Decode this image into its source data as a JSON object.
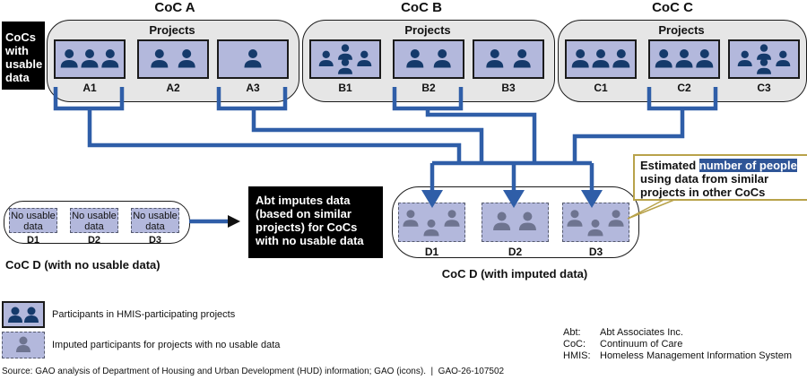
{
  "side_label": "CoCs with usable data",
  "cocs": [
    {
      "title": "CoC A",
      "projects_label": "Projects",
      "projects": [
        {
          "name": "A1",
          "people": 3
        },
        {
          "name": "A2",
          "people": 2
        },
        {
          "name": "A3",
          "people": 1
        }
      ]
    },
    {
      "title": "CoC B",
      "projects_label": "Projects",
      "projects": [
        {
          "name": "B1",
          "people": 4
        },
        {
          "name": "B2",
          "people": 2
        },
        {
          "name": "B3",
          "people": 2
        }
      ]
    },
    {
      "title": "CoC C",
      "projects_label": "Projects",
      "projects": [
        {
          "name": "C1",
          "people": 3
        },
        {
          "name": "C2",
          "people": 3
        },
        {
          "name": "C3",
          "people": 4
        }
      ]
    }
  ],
  "coc_d_before": {
    "title": "CoC D (with no usable data)",
    "projects": [
      {
        "name": "D1",
        "text": "No usable data"
      },
      {
        "name": "D2",
        "text": "No usable data"
      },
      {
        "name": "D3",
        "text": "No usable data"
      }
    ]
  },
  "impute_box": "Abt imputes data (based on similar projects) for CoCs with no usable data",
  "coc_d_after": {
    "title": "CoC D (with imputed data)",
    "projects": [
      {
        "name": "D1",
        "people": 3
      },
      {
        "name": "D2",
        "people": 2
      },
      {
        "name": "D3",
        "people": 3
      }
    ]
  },
  "callout": {
    "prefix": "Estimated ",
    "highlight": "number of people",
    "suffix": " using data from similar projects in other CoCs"
  },
  "legend": [
    {
      "icon": "participants-icon",
      "text": "Participants in HMIS-participating projects"
    },
    {
      "icon": "imputed-participant-icon",
      "text": "Imputed participants for projects with no usable data"
    }
  ],
  "abbreviations": [
    {
      "abbr": "Abt:",
      "full": "Abt Associates Inc."
    },
    {
      "abbr": "CoC:",
      "full": "Continuum of Care"
    },
    {
      "abbr": "HMIS:",
      "full": "Homeless Management Information System"
    }
  ],
  "source": "Source: GAO analysis of Department of Housing and Urban Development (HUD) information; GAO (icons).  |  GAO-26-107502",
  "colors": {
    "connector": "#2f5ea8",
    "person": "#153a6b",
    "imputed_person": "#6e7490",
    "project_fill": "#b3b8dc",
    "callout_border": "#b8a24a",
    "highlight": "#2f5597"
  }
}
